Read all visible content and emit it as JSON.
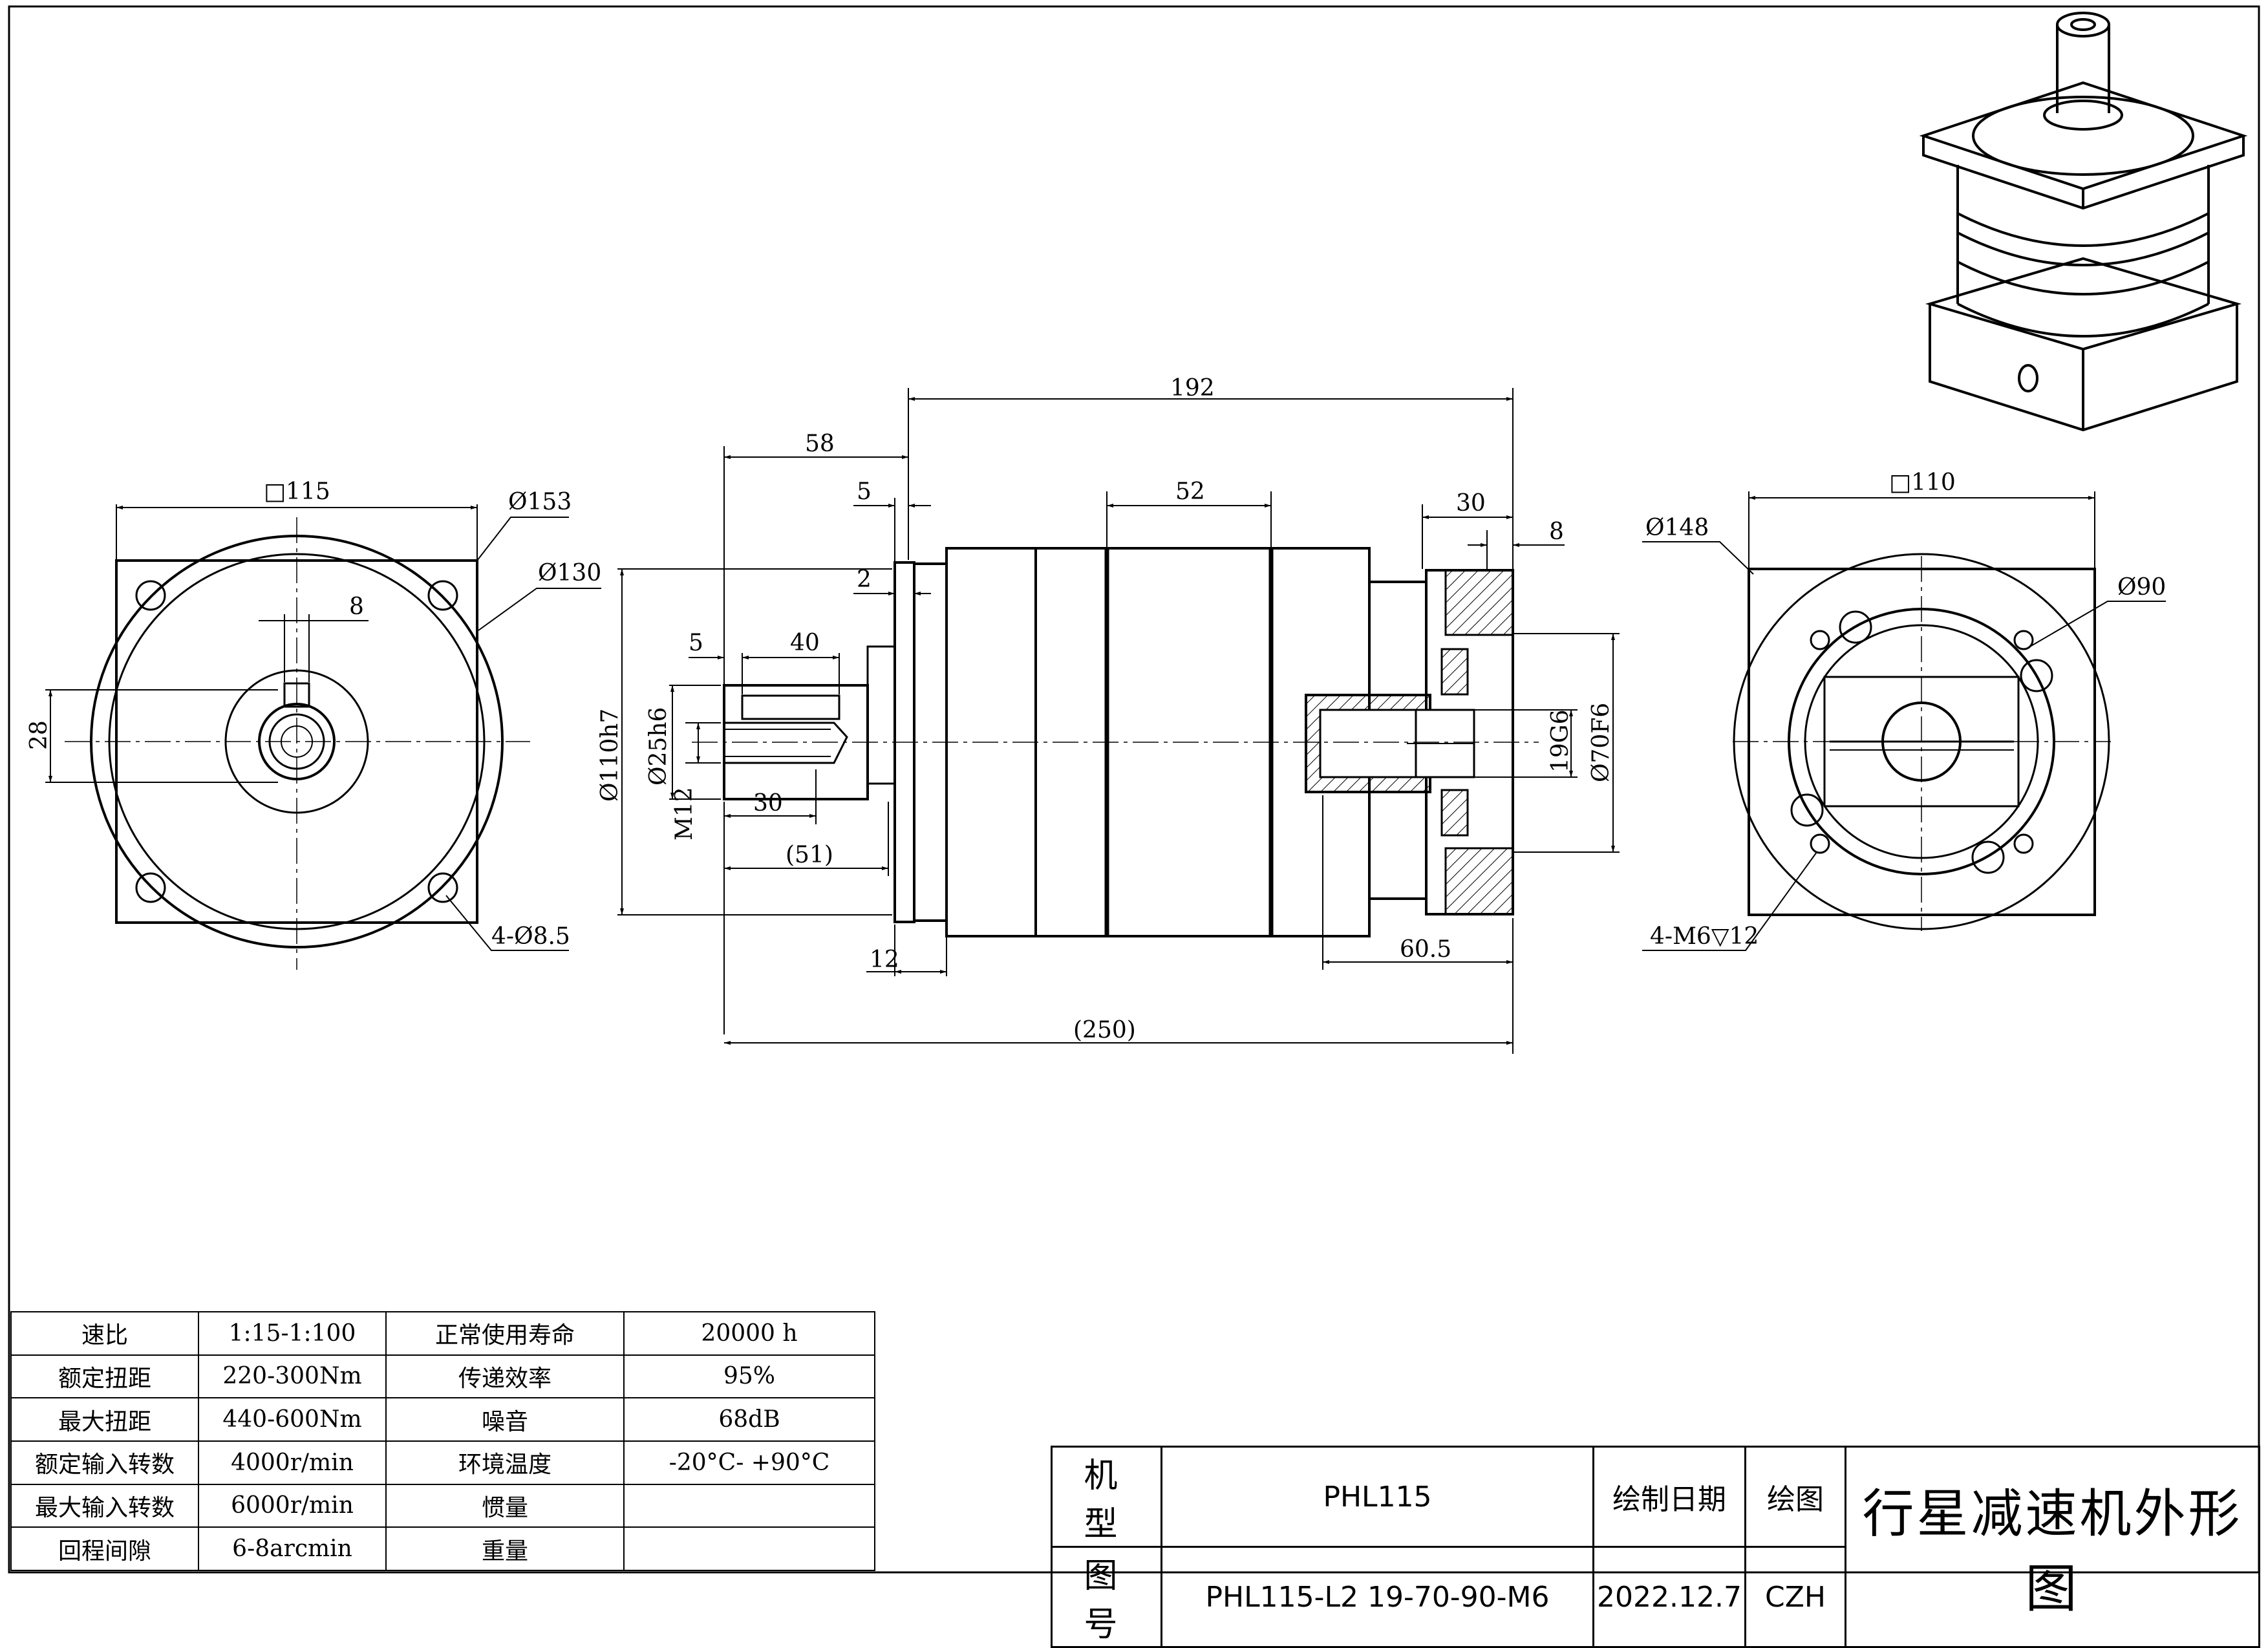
{
  "views": {
    "front": {
      "square": "□115",
      "pcd_outer": "Ø153",
      "pcd_inner": "Ø130",
      "key_width": "8",
      "key_height": "28",
      "holes": "4-Ø8.5"
    },
    "side": {
      "overall_length": "192",
      "shaft_length": "58",
      "step5": "5",
      "step2": "2",
      "body_band": "52",
      "flange_len": "30",
      "flange_step": "8",
      "key_offset": "5",
      "key_length": "40",
      "shaft_dia": "Ø25h6",
      "pilot_dia": "Ø110h7",
      "thread": "M12",
      "keyway_30": "30",
      "shaft_51": "(51)",
      "flange_12": "12",
      "input_60_5": "60.5",
      "total_250": "(250)",
      "bore_19": "19G6",
      "bore_70": "Ø70F6"
    },
    "rear": {
      "square": "□110",
      "dia148": "Ø148",
      "dia90": "Ø90",
      "tapped": "4-M6▽12"
    }
  },
  "spec_table": {
    "rows": [
      [
        "速比",
        "1:15-1:100",
        "正常使用寿命",
        "20000 h"
      ],
      [
        "额定扭距",
        "220-300Nm",
        "传递效率",
        "95%"
      ],
      [
        "最大扭距",
        "440-600Nm",
        "噪音",
        "68dB"
      ],
      [
        "额定输入转数",
        "4000r/min",
        "环境温度",
        "-20°C- +90°C"
      ],
      [
        "最大输入转数",
        "6000r/min",
        "惯量",
        ""
      ],
      [
        "回程间隙",
        "6-8arcmin",
        "重量",
        ""
      ]
    ]
  },
  "title_block": {
    "model_label": "机 型",
    "model_value": "PHL115",
    "drawing_no_label": "图 号",
    "drawing_no_value": "PHL115-L2 19-70-90-M6",
    "date_label": "绘制日期",
    "date_value": "2022.12.7",
    "drawn_label": "绘图",
    "drawn_value": "CZH",
    "title": "行星减速机外形图"
  }
}
